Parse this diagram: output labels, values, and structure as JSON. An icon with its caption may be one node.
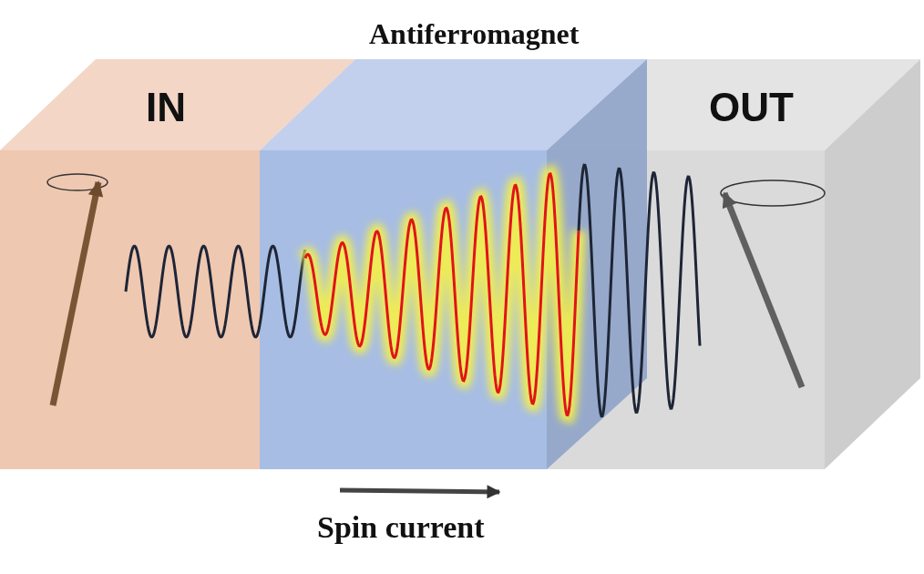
{
  "diagram": {
    "nodes": [
      {
        "text": [
          "IN"
        ]
      },
      {
        "text": [
          "Antiferromagnet"
        ]
      },
      {
        "text": [
          "OUT"
        ]
      }
    ],
    "labels": [
      "Spin current"
    ]
  }
}
